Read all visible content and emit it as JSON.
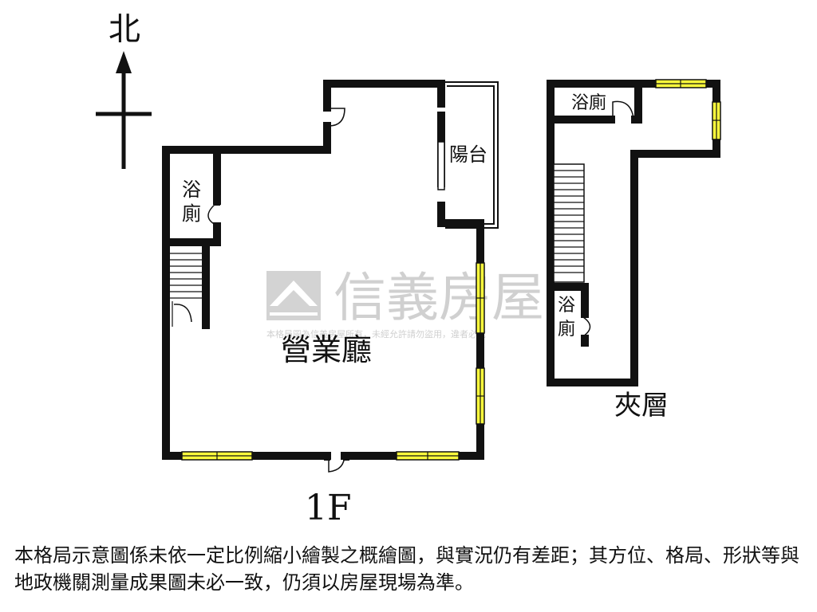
{
  "compass": {
    "north_label": "北"
  },
  "rooms": {
    "bath_1f": "浴廁",
    "balcony": "陽台",
    "sales_hall": "營業廳",
    "bath_mezz_top": "浴廁",
    "bath_mezz_lower": "浴廁"
  },
  "floors": {
    "ground": "1F",
    "mezzanine": "夾層"
  },
  "watermark": {
    "brand": "信義房屋",
    "notice": "本格局圖為信義房屋所有，未經允許請勿盜用，違者必究"
  },
  "disclaimer": "本格局示意圖係未依一定比例縮小繪製之概繪圖，與實況仍有差距；其方位、格局、形狀等與地政機關測量成果圖未必一致，仍須以房屋現場為準。",
  "colors": {
    "wall": "#111111",
    "window": "#fdfd3c",
    "watermark": "#d0d0d0"
  }
}
